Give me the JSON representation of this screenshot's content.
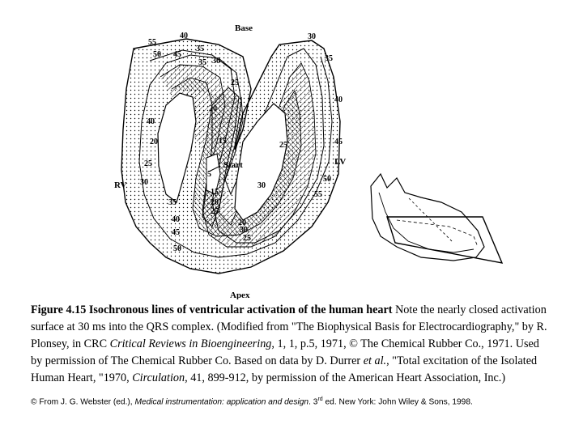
{
  "diagram": {
    "labels": {
      "base": "Base",
      "apex": "Apex",
      "start": "Start",
      "rv": "RV",
      "lv": "LV"
    },
    "isochrones": [
      "55",
      "40",
      "50",
      "45",
      "35",
      "30",
      "25",
      "20",
      "40",
      "20",
      "25",
      "30",
      "35",
      "40",
      "45",
      "50",
      "5",
      "15",
      "20",
      "25",
      "15",
      "25",
      "30",
      "20",
      "25",
      "30",
      "35",
      "40",
      "45",
      "50",
      "55",
      "30",
      "20"
    ]
  },
  "caption": {
    "title": "Figure 4.15 Isochronous lines of ventricular activation of the human heart",
    "body_1": " Note the nearly closed activation surface at 30 ms into the QRS complex. (Modified from \"The Biophysical Basis for Electrocardiography,\" by R. Plonsey, in CRC ",
    "journal_1": "Critical Reviews in Bioengineering",
    "body_2": ", 1, 1, p.5, 1971, © The Chemical Rubber Co., 1971. Used by permission of The Chemical Rubber Co. Based on data by D. Durrer ",
    "etal": "et al.",
    "body_3": ", \"Total excitation of the Isolated Human Heart, \"1970, ",
    "journal_2": "Circulation",
    "body_4": ", 41, 899-912, by permission of the American Heart Association, Inc.)"
  },
  "citation": {
    "prefix": "© From J. G. Webster (ed.), ",
    "book": "Medical instrumentation: application and design",
    "mid": ". 3",
    "sup": "rd",
    "suffix": " ed. New York: John Wiley & Sons, 1998."
  }
}
